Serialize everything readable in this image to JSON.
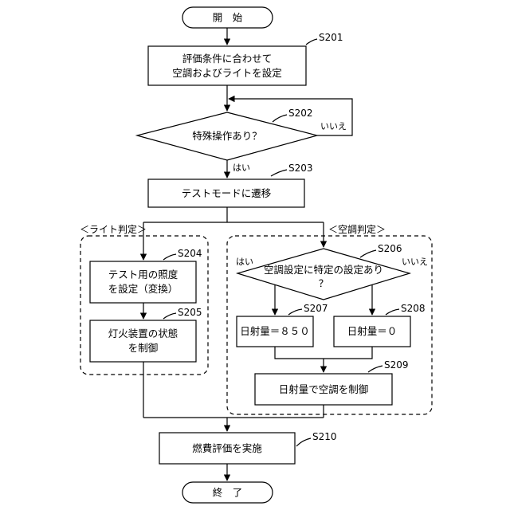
{
  "start_label": "開　始",
  "end_label": "終　了",
  "steps": {
    "s201": {
      "id": "S201",
      "line1": "評価条件に合わせて",
      "line2": "空調およびライトを設定"
    },
    "s202": {
      "id": "S202",
      "text": "特殊操作あり？",
      "yes": "はい",
      "no": "いいえ"
    },
    "s203": {
      "id": "S203",
      "text": "テストモードに遷移"
    },
    "s204": {
      "id": "S204",
      "line1": "テスト用の照度",
      "line2": "を設定（変換）"
    },
    "s205": {
      "id": "S205",
      "line1": "灯火装置の状態",
      "line2": "を制御"
    },
    "s206": {
      "id": "S206",
      "line1": "空調設定に特定の設定あり",
      "line2": "？",
      "yes": "はい",
      "no": "いいえ"
    },
    "s207": {
      "id": "S207",
      "text": "日射量＝８５０"
    },
    "s208": {
      "id": "S208",
      "text": "日射量＝０"
    },
    "s209": {
      "id": "S209",
      "text": "日射量で空調を制御"
    },
    "s210": {
      "id": "S210",
      "text": "燃費評価を実施"
    }
  },
  "groups": {
    "light": "＜ライト判定＞",
    "aircon": "＜空調判定＞"
  }
}
